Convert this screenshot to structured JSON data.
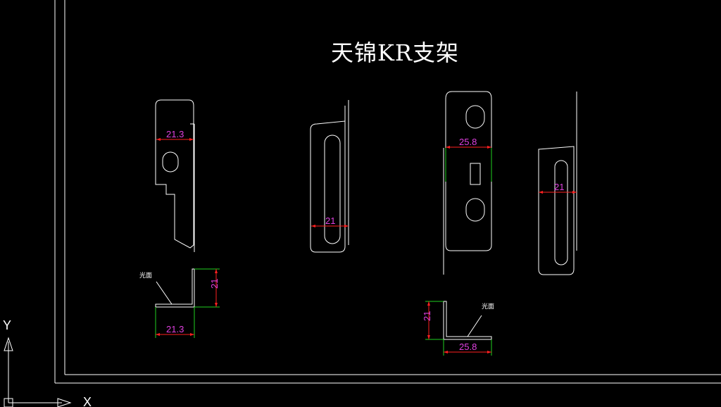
{
  "drawing": {
    "title": "天锦KR支架",
    "colors": {
      "background": "#000000",
      "outline": "#ffffff",
      "dim_line": "#ff2020",
      "dim_text": "#e040e0",
      "extension": "#20d020"
    }
  },
  "part_a": {
    "width_dim": "21.3"
  },
  "part_b": {
    "width_dim": "21"
  },
  "part_c": {
    "width_dim": "25.8"
  },
  "part_d": {
    "width_dim": "21"
  },
  "section_a": {
    "note": "光面",
    "height_dim": "21",
    "width_dim": "21.3"
  },
  "section_b": {
    "note": "光面",
    "height_dim": "21",
    "width_dim": "25.8"
  },
  "ucs": {
    "x_label": "X",
    "y_label": "Y"
  }
}
